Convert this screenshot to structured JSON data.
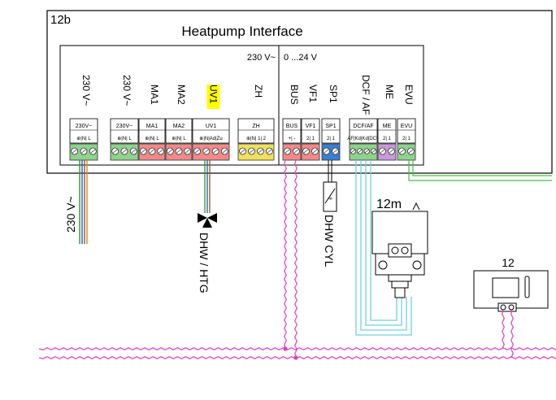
{
  "unit_label": "12b",
  "title": "Heatpump Interface",
  "voltage_high": "230 V~",
  "voltage_low": "0 ...24 V",
  "left_cable_label": "230 V~",
  "valve_label": "DHW / HTG",
  "sensor_label": "DHW CYL",
  "module_label": "12m",
  "controller_label": "12",
  "colors": {
    "green": "#8fd18f",
    "red": "#f08a8a",
    "yellow": "#f0e060",
    "blue": "#3a7fd0",
    "purple": "#c79ad8",
    "uv1_highlight": "#ffff00",
    "bus_wire": "#e040c0",
    "signal_wire": "#40c040",
    "cyan_wire": "#70d0e0"
  },
  "terminals": [
    {
      "id": "t230a",
      "vert": "230 V~",
      "box": "230V~",
      "pins": "⊕|N| L",
      "color": "green",
      "highlight": false
    },
    {
      "id": "t230b",
      "vert": "230 V~",
      "box": "230V~",
      "pins": "⊕|N| L",
      "color": "green",
      "highlight": false
    },
    {
      "id": "tma1",
      "vert": "MA1",
      "box": "MA1",
      "pins": "⊕|N| L",
      "color": "red",
      "highlight": false
    },
    {
      "id": "tma2",
      "vert": "MA2",
      "box": "MA2",
      "pins": "⊕|N| L",
      "color": "red",
      "highlight": false
    },
    {
      "id": "tuv1",
      "vert": "UV1",
      "box": "UV1",
      "pins": "⊕|N|Ad|Zu",
      "color": "red",
      "highlight": true
    },
    {
      "id": "tzh",
      "vert": "ZH",
      "box": "ZH",
      "pins": "⊕|N| 1| 2",
      "color": "yellow",
      "highlight": false
    },
    {
      "id": "tbus",
      "vert": "BUS",
      "box": "BUS",
      "pins": "+| -",
      "color": "red",
      "highlight": false
    },
    {
      "id": "tvf1",
      "vert": "VF1",
      "box": "VF1",
      "pins": "2| 1",
      "color": "red",
      "highlight": false
    },
    {
      "id": "tsp1",
      "vert": "SP1",
      "box": "SP1",
      "pins": "2| 1",
      "color": "blue",
      "highlight": false
    },
    {
      "id": "tdcf",
      "vert": "DCF / AF",
      "box": "DCF/AF",
      "pins": "AF|Kd|Kd|DCF",
      "color": "green",
      "highlight": false
    },
    {
      "id": "tme",
      "vert": "ME",
      "box": "ME",
      "pins": "2| 1",
      "color": "purple",
      "highlight": false
    },
    {
      "id": "tevu",
      "vert": "EVU",
      "box": "EVU",
      "pins": "2| 1",
      "color": "green",
      "highlight": false
    }
  ]
}
